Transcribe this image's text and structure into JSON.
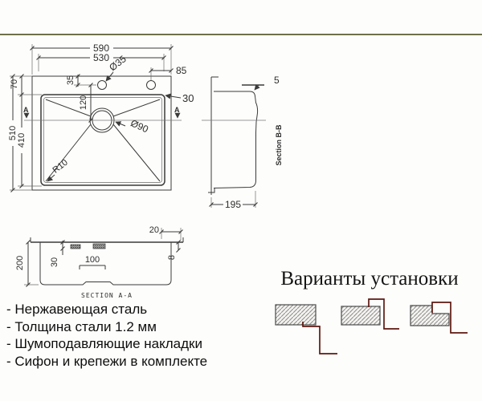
{
  "divider": {
    "color": "#6f6f49"
  },
  "drawing": {
    "line_color": "#3b3b3b"
  },
  "top_view": {
    "dim_overall_width": "590",
    "dim_cutout_width": "530",
    "dim_hole_right_offset": "85",
    "dim_hole_diameter": "Ø35",
    "dim_hole_from_edge": "35",
    "dim_hole_to_drain": "120",
    "dim_rim_gap": "30",
    "dim_rim_depth": "70",
    "dim_overall_depth": "510",
    "dim_bowl_depth": "410",
    "dim_corner_radius": "R10",
    "dim_drain_diameter": "Ø90",
    "section_marker_left": "A",
    "section_marker_right": "A"
  },
  "side_view": {
    "dim_lip_height": "5",
    "dim_body_depth": "195",
    "label": "Section B-B"
  },
  "section_aa": {
    "dim_lip": "20",
    "dim_bowl_height": "200",
    "dim_wall_offset": "30",
    "dim_drain_offset": "100",
    "dim_rim_thickness": "8",
    "label": "SECTION A-A"
  },
  "installation": {
    "title": "Варианты установки",
    "line_color": "#5c1810"
  },
  "features": {
    "items": [
      "- Нержавеющая сталь",
      "- Толщина стали 1.2 мм",
      "- Шумоподавляющие накладки",
      "- Сифон и крепежи в комплекте"
    ]
  }
}
